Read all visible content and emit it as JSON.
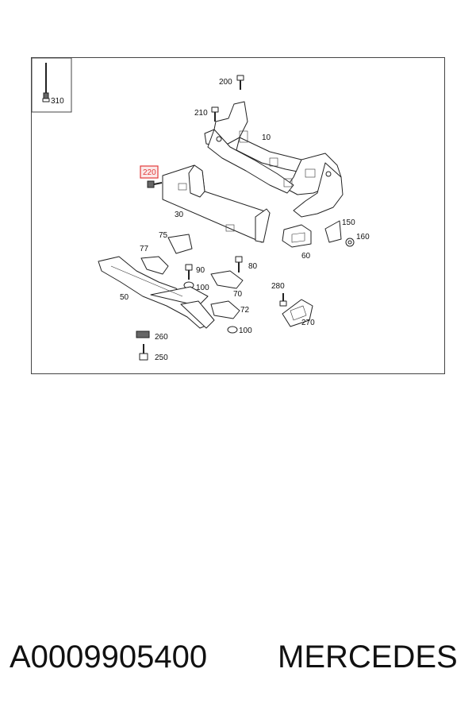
{
  "diagram": {
    "callouts": {
      "c310": "310",
      "c200": "200",
      "c210": "210",
      "c10": "10",
      "c220": "220",
      "c30": "30",
      "c150": "150",
      "c160": "160",
      "c60": "60",
      "c75": "75",
      "c77": "77",
      "c90": "90",
      "c80": "80",
      "c100a": "100",
      "c70": "70",
      "c50": "50",
      "c280": "280",
      "c72": "72",
      "c100b": "100",
      "c270": "270",
      "c260": "260",
      "c250": "250"
    },
    "highlight_color": "#e23a3a",
    "highlighted_callout": "220"
  },
  "footer": {
    "part_number": "A0009905400",
    "brand": "MERCEDES"
  }
}
